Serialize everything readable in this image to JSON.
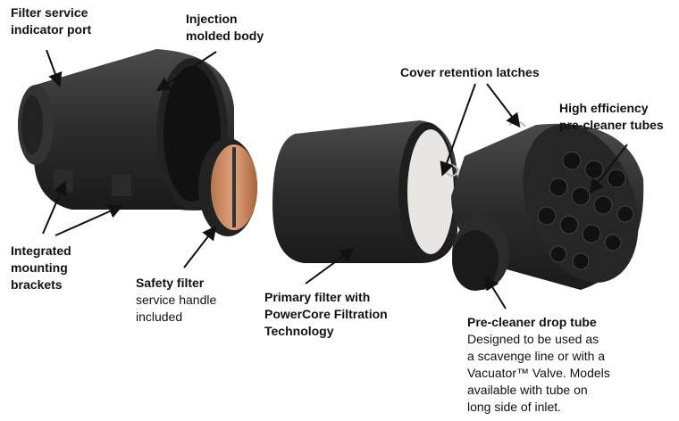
{
  "labels": {
    "indicator_port": [
      "Filter service",
      "indicator port"
    ],
    "body": [
      "Injection",
      "molded body"
    ],
    "latches": [
      "Cover retention latches"
    ],
    "tubes": [
      "High efficiency",
      "pre-cleaner tubes"
    ],
    "brackets": [
      "Integrated",
      "mounting",
      "brackets"
    ],
    "safety_filter": {
      "title": "Safety filter",
      "desc": [
        "service handle",
        "included"
      ]
    },
    "primary_filter": [
      "Primary filter with",
      "PowerCore Filtration",
      "Technology"
    ],
    "drop_tube": {
      "title": "Pre-cleaner drop tube",
      "desc": [
        "Designed to be used as",
        "a scavenge line or with a",
        "Vacuator™ Valve. Models",
        "available with tube on",
        "long side of inlet."
      ]
    }
  }
}
